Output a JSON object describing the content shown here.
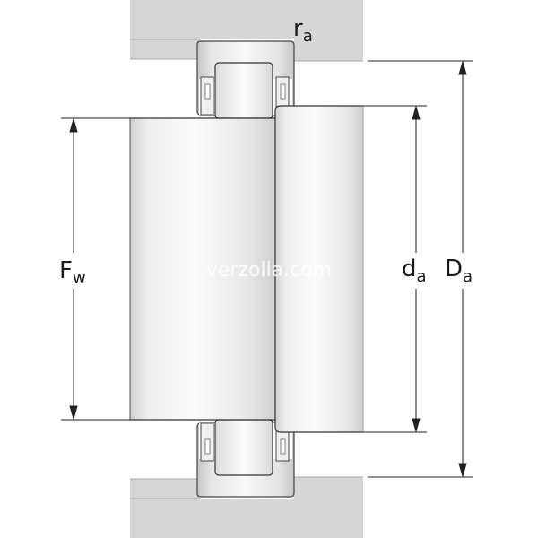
{
  "labels": {
    "ra": {
      "main": "r",
      "sub": "a"
    },
    "Fw": {
      "main": "F",
      "sub": "w"
    },
    "da": {
      "main": "d",
      "sub": "a"
    },
    "Da": {
      "main": "D",
      "sub": "a"
    }
  },
  "watermark": "verzolla.com",
  "colors": {
    "housing": "#d6d6d6",
    "housing_edge": "#b0b0b0",
    "steel_light": "#fafafa",
    "steel_mid": "#e4e4e4",
    "steel_dark": "#c8c8c8",
    "line": "#222222"
  }
}
